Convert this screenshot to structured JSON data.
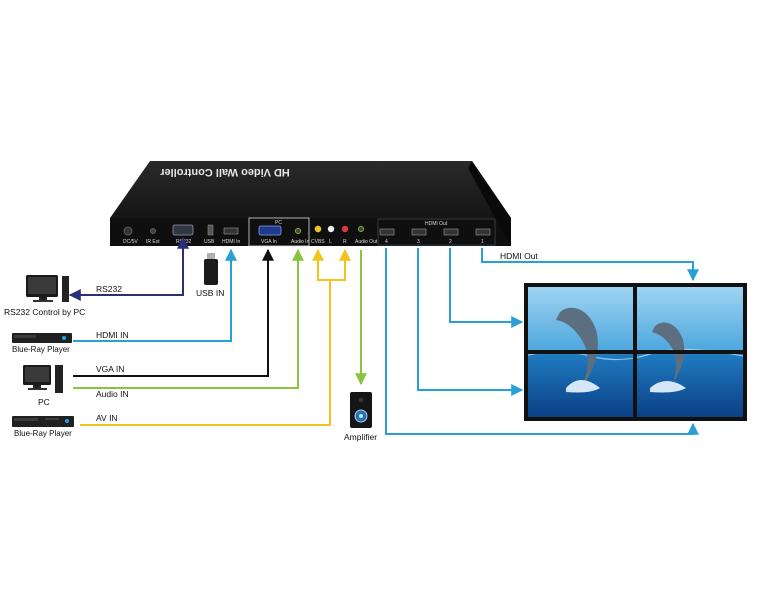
{
  "device": {
    "title": "HD Video Wall Controller",
    "ports": {
      "dc": "DC/5V",
      "ir": "IR Ext",
      "rs232": "RS232",
      "usb": "USB",
      "hdmi_in": "HDMI In",
      "pc_group": "PC",
      "vga_in": "VGA In",
      "audio_in": "Audio In",
      "cvbs": "CVBS",
      "l": "L",
      "r": "R",
      "audio_out": "Audio Out",
      "hdmi_out_group": "HDMI Out",
      "out4": "4",
      "out3": "3",
      "out2": "2",
      "out1": "1"
    }
  },
  "devices": {
    "rs232_pc": "RS232 Control by PC",
    "bluray_1": "Blue-Ray Player",
    "pc": "PC",
    "bluray_2": "Blue-Ray Player",
    "usb": "USB IN",
    "amplifier": "Amplifier"
  },
  "connections": {
    "rs232": "RS232",
    "hdmi_in": "HDMI IN",
    "vga_in": "VGA IN",
    "audio_in": "Audio IN",
    "av_in": "AV IN",
    "hdmi_out": "HDMI Out"
  },
  "colors": {
    "rs232": "#2b2f7a",
    "hdmi": "#2a9fd6",
    "vga": "#111111",
    "audio": "#8ac43f",
    "av": "#f2c31b"
  },
  "icons": [
    "monitor-icon",
    "bluray-player-icon",
    "pc-tower-icon",
    "usb-stick-icon",
    "speaker-icon",
    "video-wall",
    "dolphin-image"
  ]
}
